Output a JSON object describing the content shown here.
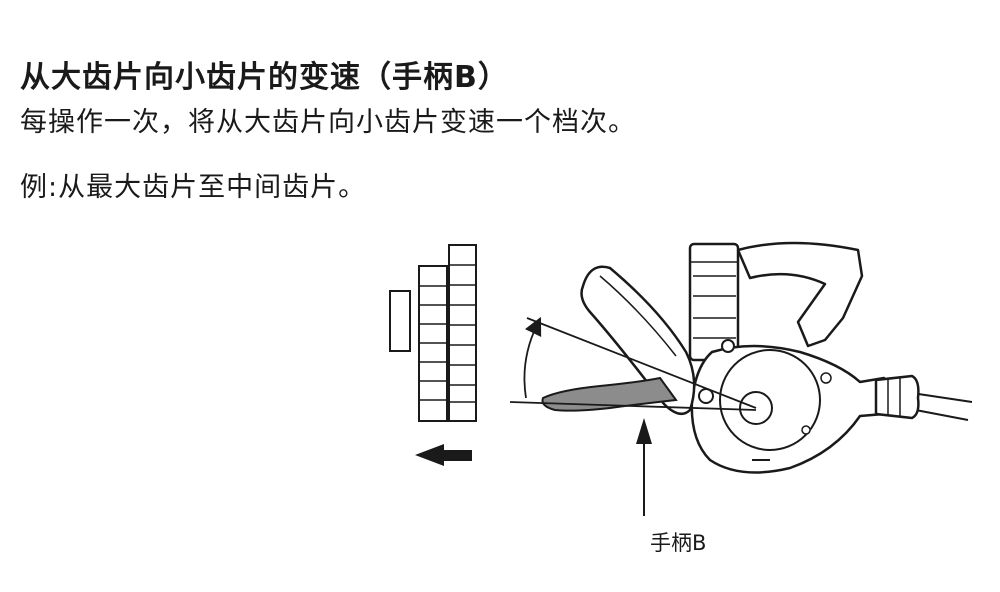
{
  "heading": "从大齿片向小齿片的变速（手柄B）",
  "description": "每操作一次，将从大齿片向小齿片变速一个档次。",
  "example": "例:从最大齿片至中间齿片。",
  "diagram": {
    "lever_label": "手柄B",
    "line_color": "#1a1a1a",
    "lever_fill": "#8c8c8c"
  }
}
